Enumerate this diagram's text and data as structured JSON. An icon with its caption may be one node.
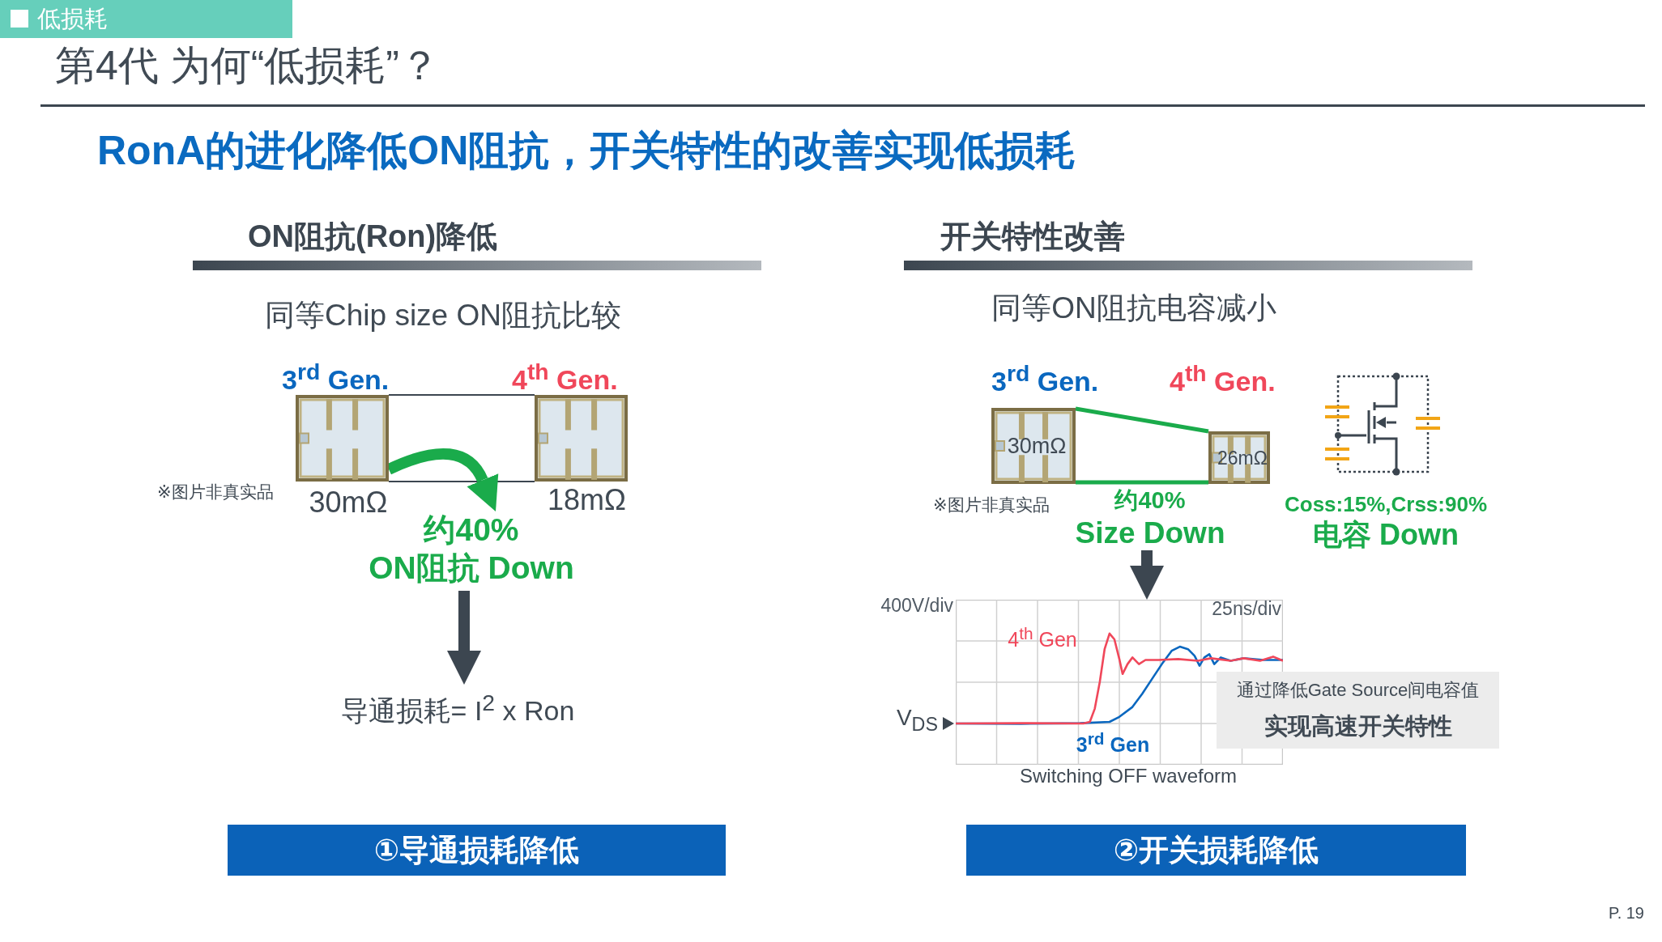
{
  "diagram": {
    "title": "第4代 为何“低损耗”？",
    "nodes": [
      {
        "text": [
          "低损耗"
        ]
      },
      {
        "text": [
          "3$^{rd}$ Gen."
        ],
        "beside": [
          "30mΩ"
        ]
      },
      {
        "text": [
          "4$^{th}$ Gen."
        ],
        "beside": [
          "18mΩ"
        ]
      },
      {
        "text": [
          "约40%",
          "ON阻抗 Down"
        ]
      },
      {
        "text": [
          "导通损耗= I$^{2}$ x Ron"
        ]
      },
      {
        "text": [
          "①导通损耗降低"
        ]
      },
      {
        "text": [
          "3$^{rd}$ Gen.",
          "30mΩ"
        ]
      },
      {
        "text": [
          "4$^{th}$ Gen.",
          "26mΩ"
        ]
      },
      {
        "text": [
          "约40%",
          "Size Down"
        ]
      },
      {
        "text": [],
        "shape": "picture",
        "beside": [
          "400V/div",
          "V$_{DS}$"
        ]
      },
      {
        "text": [
          "通过降低Gate Source间电容值",
          "实现高速开关特性"
        ]
      },
      {
        "text": [
          "②开关损耗降低"
        ]
      }
    ],
    "edges": [
      {
        "from": 1,
        "to": 2,
        "arrow": "none"
      },
      {
        "from": 1,
        "to": 2,
        "arrow": "none"
      },
      {
        "from": 1,
        "to": 3,
        "arrow": "to",
        "style": "thick",
        "color": "#1aab4b"
      },
      {
        "from": 3,
        "to": 4,
        "arrow": "to",
        "style": "thick"
      },
      {
        "from": 6,
        "to": 7,
        "arrow": "none",
        "color": "#1aab4b"
      },
      {
        "from": 6,
        "to": 7,
        "arrow": "none",
        "color": "#1aab4b"
      },
      {
        "from": 8,
        "to": 9,
        "arrow": "to",
        "style": "thick"
      }
    ],
    "labels": [
      "RonA的进化降低ON阻抗，开关特性的改善实现低损耗",
      "ON阻抗(Ron)降低",
      "开关特性改善",
      "同等Chip size ON阻抗比较",
      "※图片非真实品",
      "同等ON阻抗电容减小",
      "※图片非真实品",
      "Coss:15%,Crss:90%",
      "电容 Down",
      "25ns/div",
      "4$^{th}$ Gen",
      "3$^{rd}$ Gen",
      "Switching OFF waveform",
      "P. 19"
    ]
  }
}
